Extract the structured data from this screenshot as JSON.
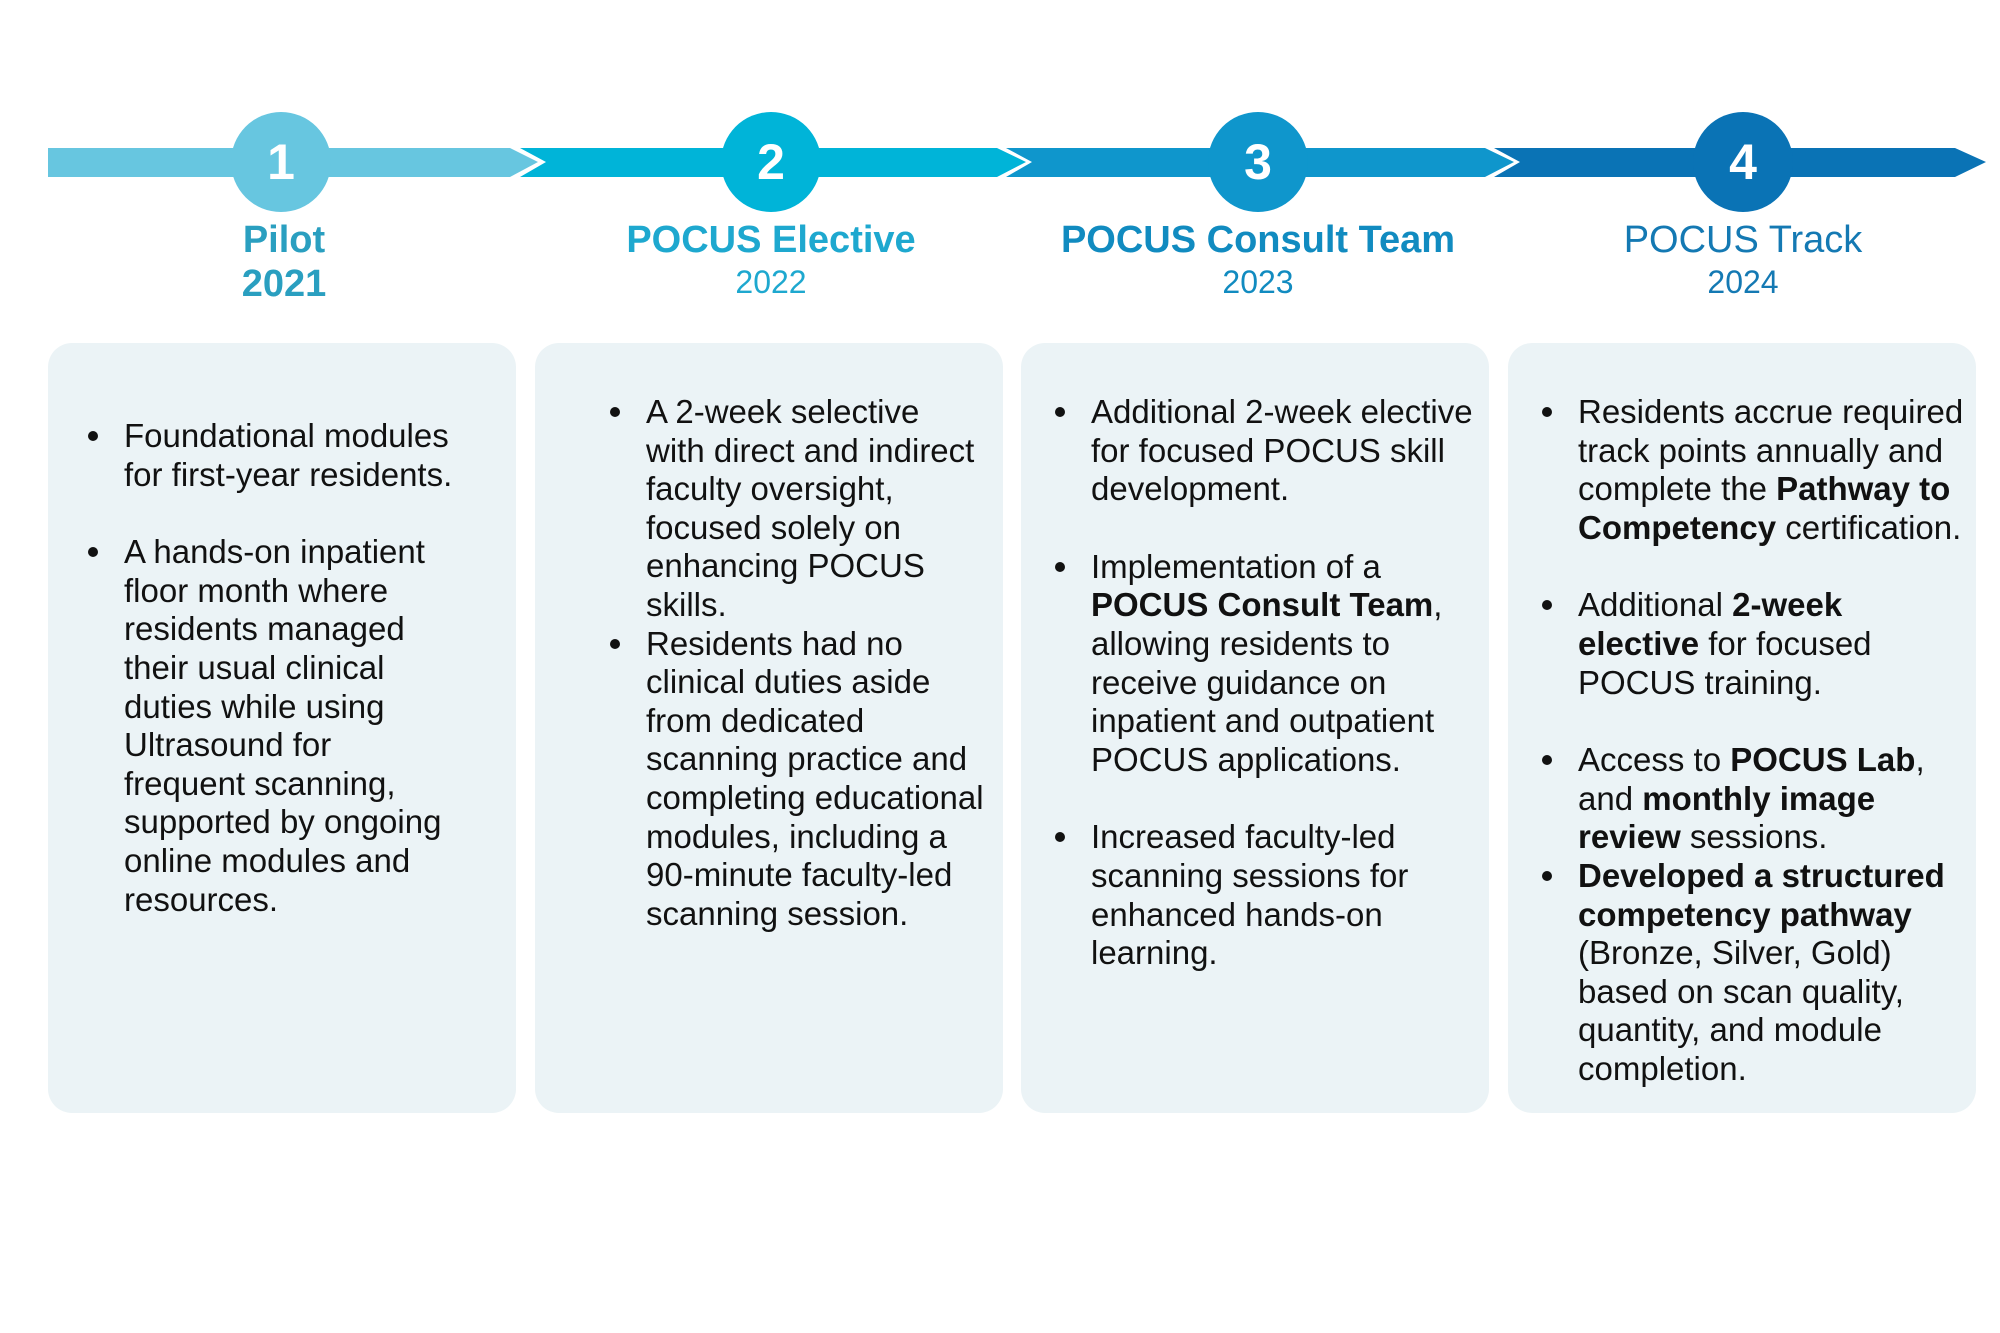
{
  "colors": {
    "arrow_1": "#67c6e0",
    "arrow_2": "#00b4d8",
    "arrow_3": "#0f96cc",
    "arrow_4": "#0a73b5",
    "title_1": "#2a9fc0",
    "title_2": "#1ea8cf",
    "title_3": "#118bc0",
    "title_4": "#1479b3",
    "card_bg": "#ebf3f6"
  },
  "phases": [
    {
      "number": "1",
      "title": "Pilot",
      "year": "2021",
      "bullets": [
        [
          {
            "t": " Foundational modules for first-year residents."
          }
        ],
        [
          {
            "t": "A hands-on inpatient floor month where residents managed their usual clinical duties while using Ultrasound for frequent scanning, supported by ongoing online modules and resources."
          }
        ]
      ]
    },
    {
      "number": "2",
      "title": "POCUS Elective",
      "year": "2022",
      "bullets": [
        [
          {
            "t": "A 2-week selective with direct and indirect faculty oversight, focused solely on enhancing POCUS skills."
          }
        ],
        [
          {
            "t": " Residents had no clinical duties aside from dedicated scanning practice and completing educational modules, including a 90-minute faculty-led scanning session."
          }
        ]
      ]
    },
    {
      "number": "3",
      "title": "POCUS Consult Team",
      "year": "2023",
      "bullets": [
        [
          {
            "t": "Additional 2-week elective for focused POCUS skill development."
          }
        ],
        [
          {
            "t": "Implementation of a "
          },
          {
            "t": "POCUS Consult Team",
            "b": true
          },
          {
            "t": ", allowing residents to receive guidance on inpatient and outpatient POCUS applications."
          }
        ],
        [
          {
            "t": "Increased faculty-led scanning sessions for enhanced hands-on learning."
          }
        ]
      ]
    },
    {
      "number": "4",
      "title": "POCUS Track",
      "year": "2024",
      "bullets": [
        [
          {
            "t": "Residents accrue required track points annually and complete the "
          },
          {
            "t": "Pathway to Competency",
            "b": true
          },
          {
            "t": " certification."
          }
        ],
        [
          {
            "t": "Additional "
          },
          {
            "t": "2-week elective",
            "b": true
          },
          {
            "t": " for focused POCUS training."
          }
        ],
        [
          {
            "t": "Access to "
          },
          {
            "t": "POCUS Lab",
            "b": true
          },
          {
            "t": ", and "
          },
          {
            "t": "monthly image review",
            "b": true
          },
          {
            "t": " sessions."
          }
        ],
        [
          {
            "t": "Developed a structured competency pathway",
            "b": true
          },
          {
            "t": " (Bronze, Silver, Gold) based on scan quality, quantity, and module completion."
          }
        ]
      ]
    }
  ]
}
